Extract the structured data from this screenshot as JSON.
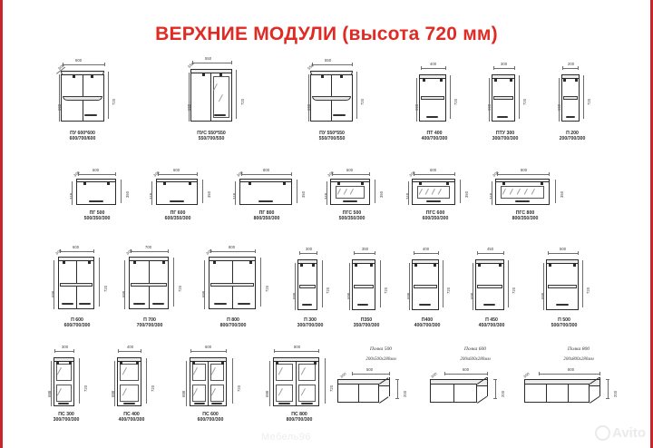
{
  "sheet": {
    "title": "ВЕРХНИЕ МОДУЛИ (высота 720 мм)",
    "title_color": "#e02b25",
    "border_color": "#c9252b",
    "watermark": "Мебель96",
    "marketplace_watermark": "Avito"
  },
  "rows": [
    {
      "id": "row-corner-and-lift",
      "items": [
        {
          "code": "ПУ 600*600",
          "size": "600/700/600",
          "w": "600",
          "h": "720",
          "depth": "600",
          "side": "698",
          "type": "corner-open"
        },
        {
          "code": "ПУС 550*550",
          "size": "550/700/550",
          "w": "550",
          "h": "720",
          "depth": "550",
          "side": "698",
          "type": "corner-glass"
        },
        {
          "code": "ПУ 550*550",
          "size": "550/700/550",
          "w": "550",
          "h": "720",
          "depth": "550",
          "side": "698",
          "type": "corner-open"
        },
        {
          "code": "ПТ 400",
          "size": "400/700/300",
          "w": "400",
          "h": "720",
          "depth": "300",
          "side": "698",
          "type": "single-door"
        },
        {
          "code": "ПТУ 300",
          "size": "300/700/300",
          "w": "300",
          "h": "720",
          "depth": "300",
          "side": "698",
          "type": "single-door"
        },
        {
          "code": "П 200",
          "size": "200/700/300",
          "w": "200",
          "h": "720",
          "depth": "300",
          "side": "698",
          "type": "narrow"
        }
      ]
    },
    {
      "id": "row-horizontal-lift",
      "items": [
        {
          "code": "ПГ 500",
          "size": "500/350/300",
          "w": "500",
          "h": "348",
          "depth": "300",
          "side": "350",
          "type": "flap"
        },
        {
          "code": "ПГ 600",
          "size": "600/350/300",
          "w": "600",
          "h": "348",
          "depth": "300",
          "side": "350",
          "type": "flap"
        },
        {
          "code": "ПГ 800",
          "size": "800/350/300",
          "w": "800",
          "h": "348",
          "depth": "300",
          "side": "350",
          "type": "flap"
        },
        {
          "code": "ПГС 500",
          "size": "500/350/300",
          "w": "500",
          "h": "348",
          "depth": "300",
          "side": "350",
          "type": "flap-glass"
        },
        {
          "code": "ПГС 600",
          "size": "600/350/300",
          "w": "600",
          "h": "348",
          "depth": "300",
          "side": "350",
          "type": "flap-glass"
        },
        {
          "code": "ПГС 800",
          "size": "800/350/300",
          "w": "800",
          "h": "348",
          "depth": "300",
          "side": "350",
          "type": "flap-glass"
        }
      ]
    },
    {
      "id": "row-standard-doors",
      "items": [
        {
          "code": "П 600",
          "size": "600/700/300",
          "w": "600",
          "h": "720",
          "depth": "300",
          "side": "698",
          "type": "two-door"
        },
        {
          "code": "П 700",
          "size": "700/700/300",
          "w": "700",
          "h": "720",
          "depth": "300",
          "side": "698",
          "type": "two-door"
        },
        {
          "code": "П 800",
          "size": "800/700/300",
          "w": "800",
          "h": "720",
          "depth": "300",
          "side": "698",
          "type": "two-door"
        },
        {
          "code": "П 300",
          "size": "300/700/300",
          "w": "300",
          "h": "720",
          "depth": "300",
          "side": "698",
          "type": "one-door"
        },
        {
          "code": "П350",
          "size": "350/700/300",
          "w": "350",
          "h": "720",
          "depth": "300",
          "side": "698",
          "type": "one-door"
        },
        {
          "code": "П400",
          "size": "400/700/300",
          "w": "400",
          "h": "720",
          "depth": "300",
          "side": "698",
          "type": "one-door"
        },
        {
          "code": "П 450",
          "size": "450/700/300",
          "w": "450",
          "h": "720",
          "depth": "300",
          "side": "698",
          "type": "one-door"
        },
        {
          "code": "П 500",
          "size": "500/700/300",
          "w": "500",
          "h": "720",
          "depth": "300",
          "side": "698",
          "type": "one-door"
        }
      ]
    },
    {
      "id": "row-glass-doors",
      "items": [
        {
          "code": "ПС 300",
          "size": "300/700/300",
          "w": "300",
          "h": "720",
          "depth": "300",
          "side": "698",
          "type": "glass-one"
        },
        {
          "code": "ПС 400",
          "size": "400/700/300",
          "w": "400",
          "h": "720",
          "depth": "300",
          "side": "698",
          "type": "glass-one"
        },
        {
          "code": "ПС 600",
          "size": "600/700/300",
          "w": "600",
          "h": "720",
          "depth": "300",
          "side": "698",
          "type": "glass-two"
        },
        {
          "code": "ПС 800",
          "size": "800/700/300",
          "w": "800",
          "h": "720",
          "depth": "300",
          "side": "698",
          "type": "glass-two"
        }
      ]
    }
  ],
  "shelves": {
    "id": "row-open-shelves",
    "items": [
      {
        "code": "Полка 500",
        "size": "200х500х280мм",
        "w": "500",
        "h": "200",
        "depth": "300"
      },
      {
        "code": "Полка 600",
        "size": "200х600х280мм",
        "w": "600",
        "h": "200",
        "depth": "300"
      },
      {
        "code": "Полка 800",
        "size": "200х800х280мм",
        "w": "800",
        "h": "200",
        "depth": "300"
      }
    ]
  }
}
